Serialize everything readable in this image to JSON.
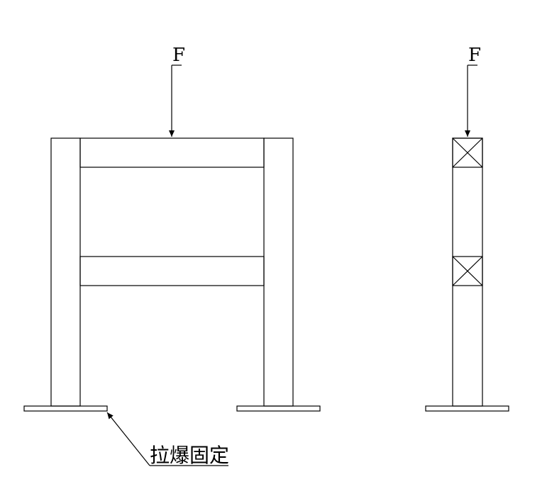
{
  "diagram": {
    "front_view": {
      "load_label": "F"
    },
    "side_view": {
      "load_label": "F"
    },
    "anchor_label": "拉爆固定"
  }
}
